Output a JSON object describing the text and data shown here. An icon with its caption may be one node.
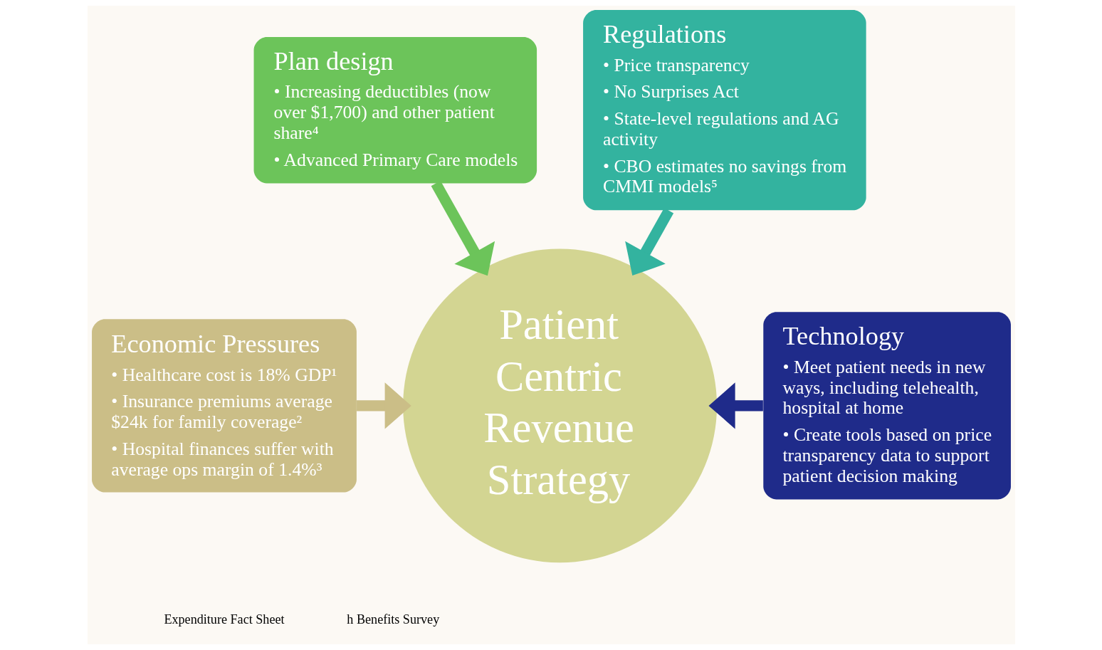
{
  "diagram": {
    "nodes": [
      {
        "text": [
          "Plan design",
          "• Increasing deductibles (now over $1,700) and other patient share⁴",
          "• Advanced Primary Care models"
        ]
      },
      {
        "text": [
          "Regulations",
          "• Price transparency",
          "• No Surprises Act",
          "• State-level regulations and AG activity",
          "• CBO estimates no savings from CMMI models⁵"
        ]
      },
      {
        "text": [
          "Economic Pressures",
          "• Healthcare cost is 18% GDP¹",
          "• Insurance premiums average $24k for family coverage²",
          "• Hospital finances suffer with average ops margin of 1.4%³"
        ]
      },
      {
        "text": [
          "Patient Centric Revenue Strategy"
        ]
      },
      {
        "text": [
          "Technology",
          "• Meet patient needs in new ways, including telehealth, hospital at home",
          "• Create tools based on price transparency data to support patient decision making"
        ]
      }
    ],
    "edges": [
      {
        "from": 0,
        "to": 3,
        "arrow": "to",
        "color": "#6cc45a"
      },
      {
        "from": 1,
        "to": 3,
        "arrow": "to",
        "color": "#33b39f"
      },
      {
        "from": 2,
        "to": 3,
        "arrow": "to",
        "color": "#cbbe87"
      },
      {
        "from": 4,
        "to": 3,
        "arrow": "to",
        "color": "#1f2b8a"
      }
    ],
    "labels": [
      "Expenditure Fact Sheet",
      "h Benefits Survey"
    ]
  }
}
